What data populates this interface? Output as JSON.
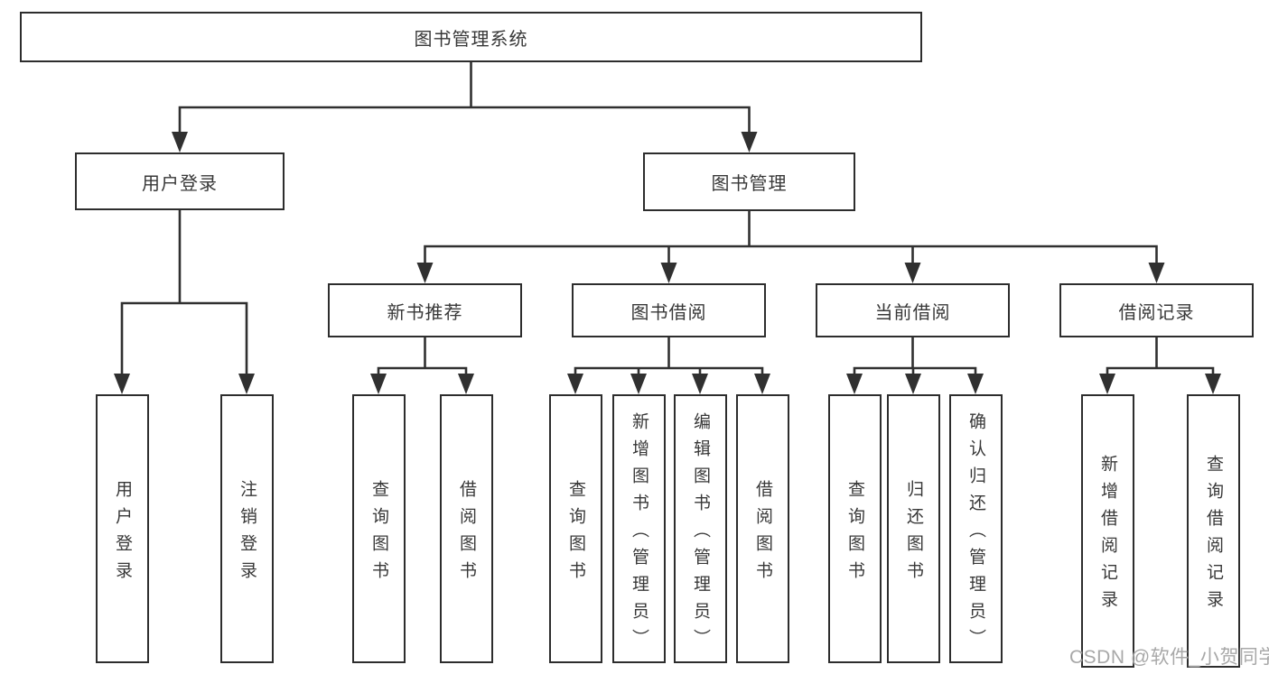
{
  "tree": {
    "root": {
      "label": "图书管理系统"
    },
    "level2": [
      {
        "label": "用户登录",
        "leaves": [
          {
            "label": "用户登录"
          },
          {
            "label": "注销登录"
          }
        ]
      },
      {
        "label": "图书管理",
        "children": [
          {
            "label": "新书推荐",
            "leaves": [
              {
                "label": "查询图书"
              },
              {
                "label": "借阅图书"
              }
            ]
          },
          {
            "label": "图书借阅",
            "leaves": [
              {
                "label": "查询图书"
              },
              {
                "label": "新增图书（管理员）"
              },
              {
                "label": "编辑图书（管理员）"
              },
              {
                "label": "借阅图书"
              }
            ]
          },
          {
            "label": "当前借阅",
            "leaves": [
              {
                "label": "查询图书"
              },
              {
                "label": "归还图书"
              },
              {
                "label": "确认归还（管理员）"
              }
            ]
          },
          {
            "label": "借阅记录",
            "leaves": [
              {
                "label": "新增借阅记录"
              },
              {
                "label": "查询借阅记录"
              }
            ]
          }
        ]
      }
    ]
  },
  "watermark": {
    "text": "CSDN @软件_小贺同学"
  },
  "colors": {
    "background": "#ffffff",
    "line": "#303030",
    "box_border": "#2d2d2d",
    "text": "#383838",
    "watermark_text": "#a8a8a8"
  }
}
